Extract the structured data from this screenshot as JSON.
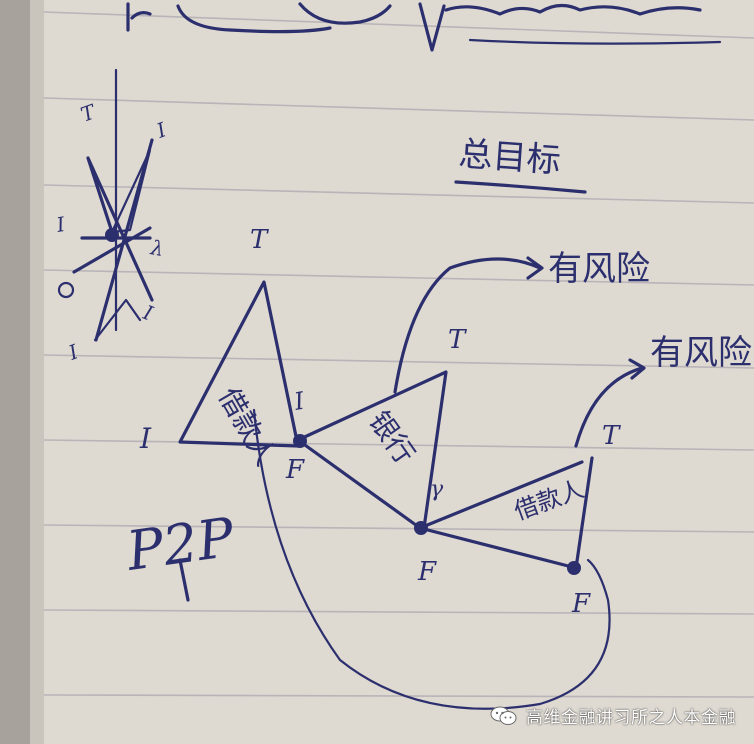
{
  "photo": {
    "subject": "hand-drawn risk transfer diagram on a lined notebook page",
    "paper_color": "#ded9d1",
    "ink_color": "#2c2f6e",
    "labels": {
      "goal": "总目标",
      "lender": "借款人",
      "bank": "银行",
      "borrower": "借款人",
      "risk_top": "有风险",
      "risk_right": "有风险",
      "p2p": "P2P"
    },
    "watermark": {
      "text": "高维金融讲习所之人本金融",
      "icon": "wechat-icon"
    }
  }
}
